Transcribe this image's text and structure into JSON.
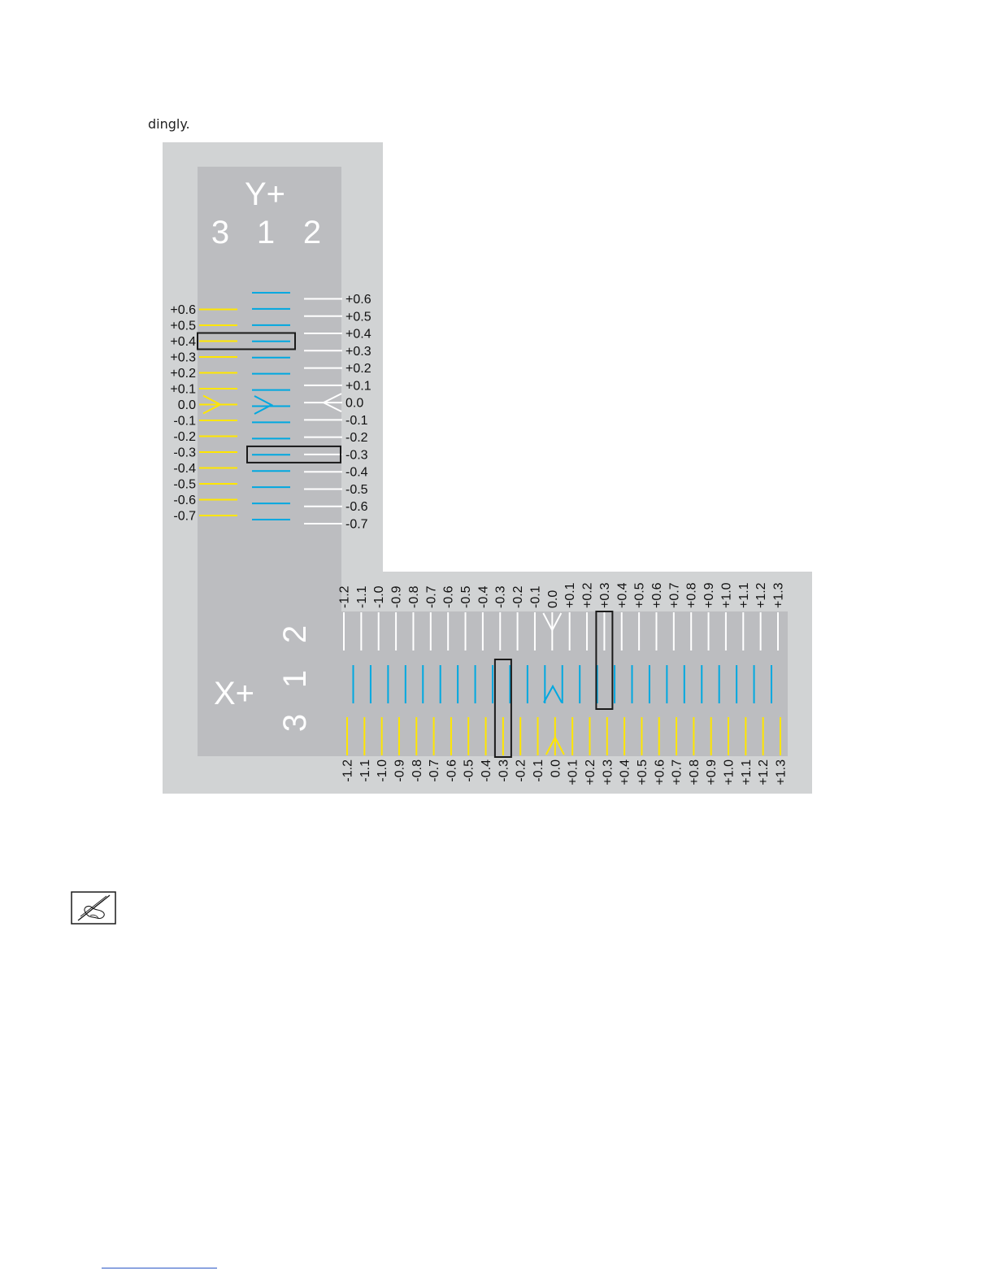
{
  "document": {
    "intro_fragment": "dingly."
  },
  "calibration_pattern": {
    "colors": {
      "outer_panel": "#d1d3d4",
      "inner_panel": "#bcbdc0",
      "line_col3": "#ffe600",
      "line_col1": "#00a8e0",
      "line_col2": "#ffffff",
      "highlight_box": "#1a1a1a"
    },
    "y_axis": {
      "axis_label": "Y+",
      "column_labels": [
        "3",
        "1",
        "2"
      ],
      "left_offsets": [
        "+0.6",
        "+0.5",
        "+0.4",
        "+0.3",
        "+0.2",
        "+0.1",
        "0.0",
        "-0.1",
        "-0.2",
        "-0.3",
        "-0.4",
        "-0.5",
        "-0.6",
        "-0.7"
      ],
      "right_offsets": [
        "+0.6",
        "+0.5",
        "+0.4",
        "+0.3",
        "+0.2",
        "+0.1",
        "0.0",
        "-0.1",
        "-0.2",
        "-0.3",
        "-0.4",
        "-0.5",
        "-0.6",
        "-0.7"
      ],
      "highlight_col3_offset": "+0.4",
      "highlight_col2_offset": "-0.3"
    },
    "x_axis": {
      "axis_label": "X+",
      "column_labels": [
        "2",
        "1",
        "3"
      ],
      "top_offsets": [
        "-1.2",
        "-1.1",
        "-1.0",
        "-0.9",
        "-0.8",
        "-0.7",
        "-0.6",
        "-0.5",
        "-0.4",
        "-0.3",
        "-0.2",
        "-0.1",
        "0.0",
        "+0.1",
        "+0.2",
        "+0.3",
        "+0.4",
        "+0.5",
        "+0.6",
        "+0.7",
        "+0.8",
        "+0.9",
        "+1.0",
        "+1.1",
        "+1.2",
        "+1.3"
      ],
      "bottom_offsets": [
        "-1.2",
        "-1.1",
        "-1.0",
        "-0.9",
        "-0.8",
        "-0.7",
        "-0.6",
        "-0.5",
        "-0.4",
        "-0.3",
        "-0.2",
        "-0.1",
        "0.0",
        "+0.1",
        "+0.2",
        "+0.3",
        "+0.4",
        "+0.5",
        "+0.6",
        "+0.7",
        "+0.8",
        "+0.9",
        "+1.0",
        "+1.1",
        "+1.2",
        "+1.3"
      ],
      "highlight_col3_offset": "-0.3",
      "highlight_col2_offset": "+0.3"
    }
  },
  "note_icon": "pencil-hand-note-icon"
}
